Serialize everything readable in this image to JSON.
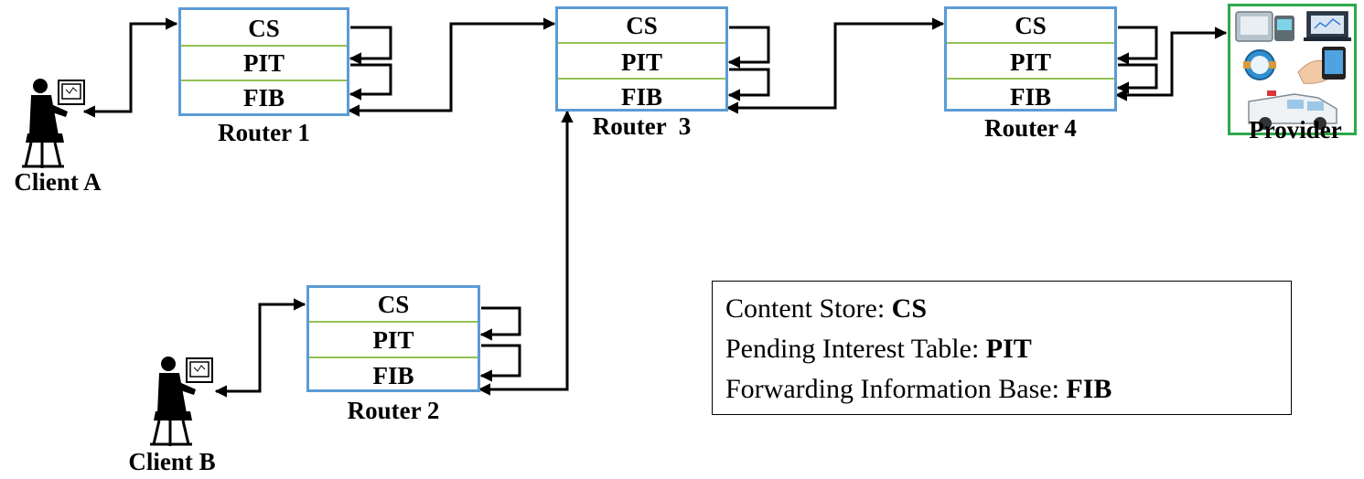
{
  "routers": [
    {
      "id": "r1",
      "name": "Router 1",
      "rows": [
        "CS",
        "PIT",
        "FIB"
      ]
    },
    {
      "id": "r3",
      "name": "Router  3",
      "rows": [
        "CS",
        "PIT",
        "FIB"
      ]
    },
    {
      "id": "r4",
      "name": "Router 4",
      "rows": [
        "CS",
        "PIT",
        "FIB"
      ]
    },
    {
      "id": "r2",
      "name": "Router 2",
      "rows": [
        "CS",
        "PIT",
        "FIB"
      ]
    }
  ],
  "clients": {
    "a": "Client A",
    "b": "Client B"
  },
  "provider": {
    "label": "Provider"
  },
  "legend": [
    {
      "text": "Content Store: ",
      "abbr": "CS"
    },
    {
      "text": "Pending Interest Table: ",
      "abbr": "PIT"
    },
    {
      "text": "Forwarding Information Base: ",
      "abbr": "FIB"
    }
  ],
  "colors": {
    "router_border": "#5b9bd5",
    "row_divider": "#92c353",
    "provider_border": "#2ea84a",
    "arrows": "#000000"
  },
  "icons": [
    "client-at-computer-icon",
    "provider-devices-icon"
  ]
}
